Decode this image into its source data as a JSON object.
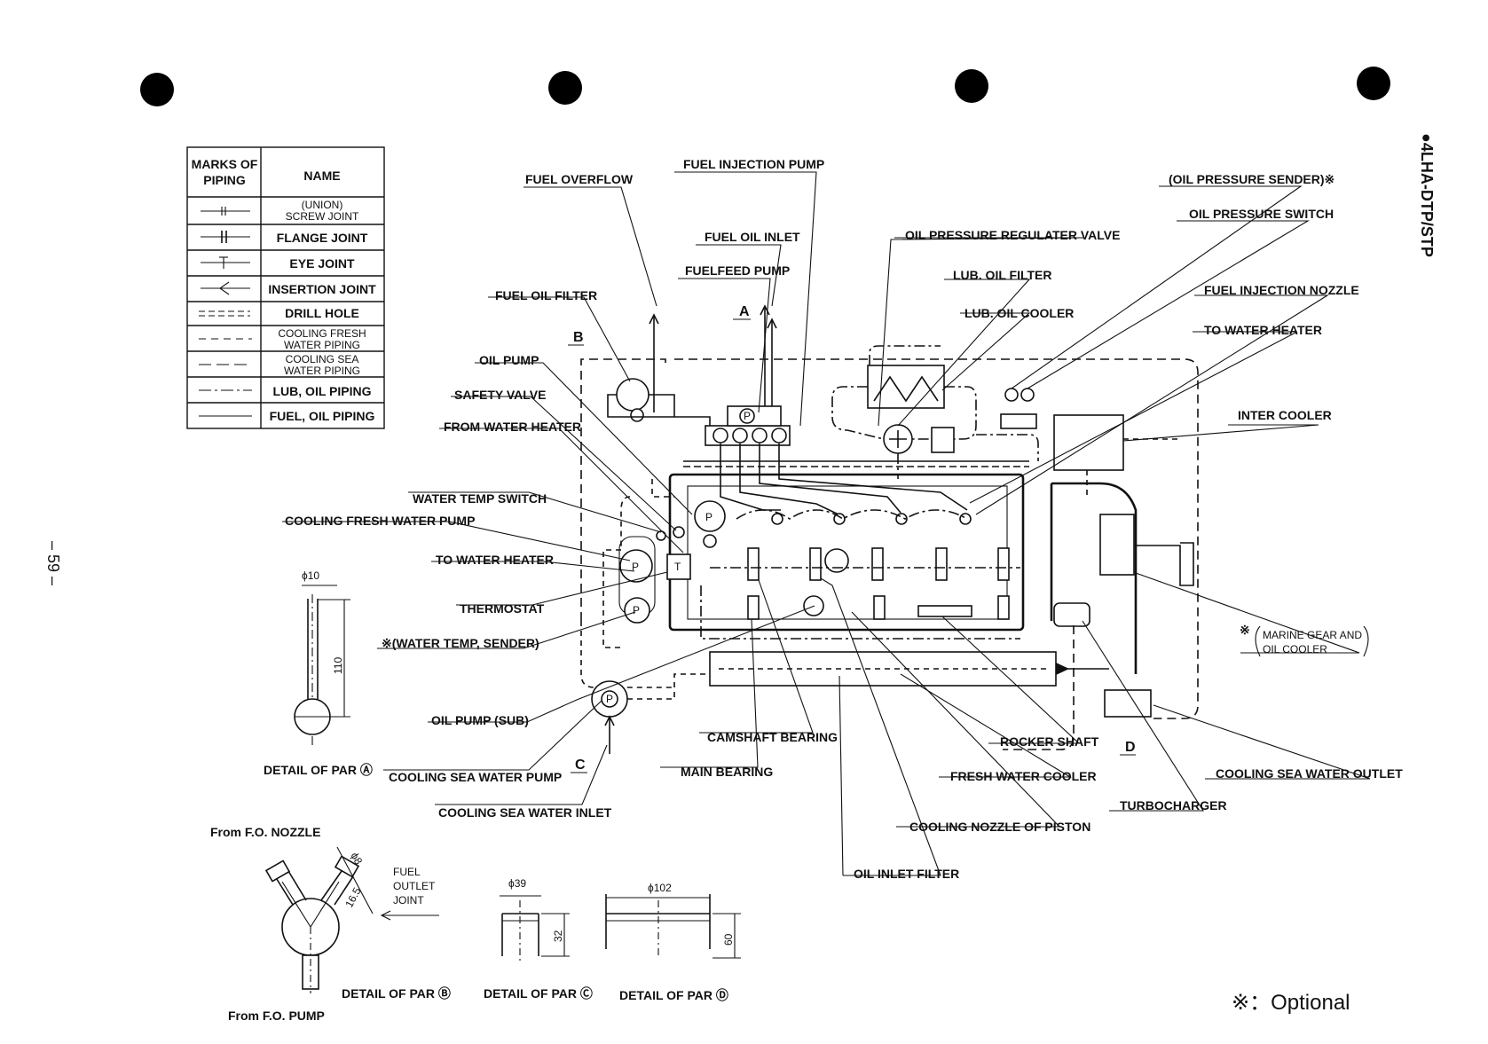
{
  "page": {
    "side_title": "●4LHA-DTP/STP",
    "page_number": "– 59 –",
    "optional_note": "※：Optional"
  },
  "legend": {
    "header_marks": [
      "MARKS OF",
      "PIPING"
    ],
    "header_name": "NAME",
    "rows": [
      {
        "name": [
          "(UNION)",
          "SCREW JOINT"
        ],
        "mark": "screw"
      },
      {
        "name": [
          "FLANGE JOINT"
        ],
        "mark": "flange"
      },
      {
        "name": [
          "EYE JOINT"
        ],
        "mark": "eye"
      },
      {
        "name": [
          "INSERTION JOINT"
        ],
        "mark": "insertion"
      },
      {
        "name": [
          "DRILL HOLE"
        ],
        "mark": "drill"
      },
      {
        "name": [
          "COOLING   FRESH",
          "WATER   PIPING"
        ],
        "mark": "fresh"
      },
      {
        "name": [
          "COOLING SEA",
          "WATER   PIPING"
        ],
        "mark": "sea"
      },
      {
        "name": [
          "LUB, OIL PIPING"
        ],
        "mark": "lub"
      },
      {
        "name": [
          "FUEL, OIL PIPING"
        ],
        "mark": "fuel"
      }
    ]
  },
  "labels": {
    "fuel_overflow": "FUEL OVERFLOW",
    "fuel_injection_pump": "FUEL INJECTION PUMP",
    "fuel_oil_inlet": "FUEL OIL INLET",
    "fuelfeed_pump": "FUELFEED PUMP",
    "fuel_oil_filter": "FUEL OIL FILTER",
    "oil_pump": "OIL PUMP",
    "safety_valve": "SAFETY VALVE",
    "from_water_heater": "FROM WATER HEATER",
    "water_temp_switch": "WATER TEMP SWITCH",
    "cooling_fresh_water_pump": "COOLING FRESH WATER PUMP",
    "to_water_heater_left": "TO WATER HEATER",
    "thermostat": "THERMOSTAT",
    "water_temp_sender": "※(WATER TEMP, SENDER)",
    "oil_pump_sub": "OIL PUMP (SUB)",
    "cooling_sea_water_pump": "COOLING SEA WATER PUMP",
    "cooling_sea_water_inlet": "COOLING SEA WATER INLET",
    "camshaft_bearing": "CAMSHAFT BEARING",
    "main_bearing": "MAIN BEARING",
    "oil_pressure_regulater_valve": "OIL PRESSURE REGULATER VALVE",
    "lub_oil_filter": "LUB. OIL FILTER",
    "lub_oil_cooler": "LUB. OIL COOLER",
    "oil_pressure_sender": "(OIL PRESSURE SENDER)※",
    "oil_pressure_switch": "OIL PRESSURE SWITCH",
    "fuel_injection_nozzle": "FUEL INJECTION NOZZLE",
    "to_water_heater_right": "TO WATER HEATER",
    "inter_cooler": "INTER COOLER",
    "marine_gear_1": "MARINE GEAR AND",
    "marine_gear_2": "OIL COOLER",
    "marine_gear_mark": "※",
    "rocker_shaft": "ROCKER SHAFT",
    "fresh_water_cooler": "FRESH WATER COOLER",
    "cooling_nozzle_of_piston": "COOLING NOZZLE OF PISTON",
    "oil_inlet_filter": "OIL INLET FILTER",
    "turbocharger": "TURBOCHARGER",
    "cooling_sea_water_outlet": "COOLING SEA WATER OUTLET",
    "part_a": "A",
    "part_b": "B",
    "part_c": "C",
    "part_d": "D"
  },
  "details": {
    "a": {
      "caption": "DETAIL OF PAR Ⓐ",
      "dia": "ϕ10",
      "length": "110"
    },
    "b": {
      "caption": "DETAIL OF PAR Ⓑ",
      "from_nozzle": "From F.O. NOZZLE",
      "from_pump": "From F.O. PUMP",
      "joint_1": "FUEL",
      "joint_2": "OUTLET",
      "joint_3": "JOINT",
      "dia": "ϕ8",
      "length": "16.5"
    },
    "c": {
      "caption": "DETAIL OF PAR Ⓒ",
      "dia": "ϕ39",
      "height": "32"
    },
    "d": {
      "caption": "DETAIL OF PAR Ⓓ",
      "dia": "ϕ102",
      "height": "60"
    }
  }
}
